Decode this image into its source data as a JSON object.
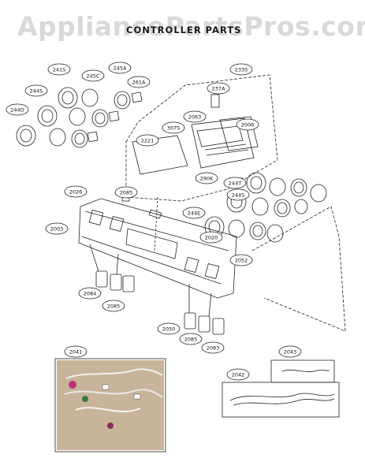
{
  "watermark": "AppliancePartsPros.com",
  "title": "CONTROLLER PARTS",
  "callouts": [
    {
      "id": "241S",
      "label": "241S"
    },
    {
      "id": "245C",
      "label": "245C"
    },
    {
      "id": "245A",
      "label": "245A"
    },
    {
      "id": "261A",
      "label": "261A"
    },
    {
      "id": "244S-left",
      "label": "244S"
    },
    {
      "id": "244D",
      "label": "244D"
    },
    {
      "id": "233S",
      "label": "233S"
    },
    {
      "id": "237A",
      "label": "237A"
    },
    {
      "id": "2063",
      "label": "2063"
    },
    {
      "id": "307S",
      "label": "307S"
    },
    {
      "id": "2006",
      "label": "2006"
    },
    {
      "id": "2221",
      "label": "2221"
    },
    {
      "id": "290K",
      "label": "290K"
    },
    {
      "id": "244T",
      "label": "244T"
    },
    {
      "id": "244S-right",
      "label": "244S"
    },
    {
      "id": "2026",
      "label": "2026"
    },
    {
      "id": "2085-top",
      "label": "2085"
    },
    {
      "id": "244E",
      "label": "244E"
    },
    {
      "id": "2003",
      "label": "2003"
    },
    {
      "id": "2020",
      "label": "2020"
    },
    {
      "id": "2052",
      "label": "2052"
    },
    {
      "id": "2084",
      "label": "2084"
    },
    {
      "id": "2085-left",
      "label": "2085"
    },
    {
      "id": "2050",
      "label": "2050"
    },
    {
      "id": "2085-bottom",
      "label": "2085"
    },
    {
      "id": "2083",
      "label": "2083"
    },
    {
      "id": "2041",
      "label": "2041"
    },
    {
      "id": "2043",
      "label": "2043"
    },
    {
      "id": "2042",
      "label": "2042"
    }
  ],
  "colors": {
    "line": "#222222",
    "watermark": "#d9d9d9",
    "photo_bg": "#c8b49a"
  }
}
